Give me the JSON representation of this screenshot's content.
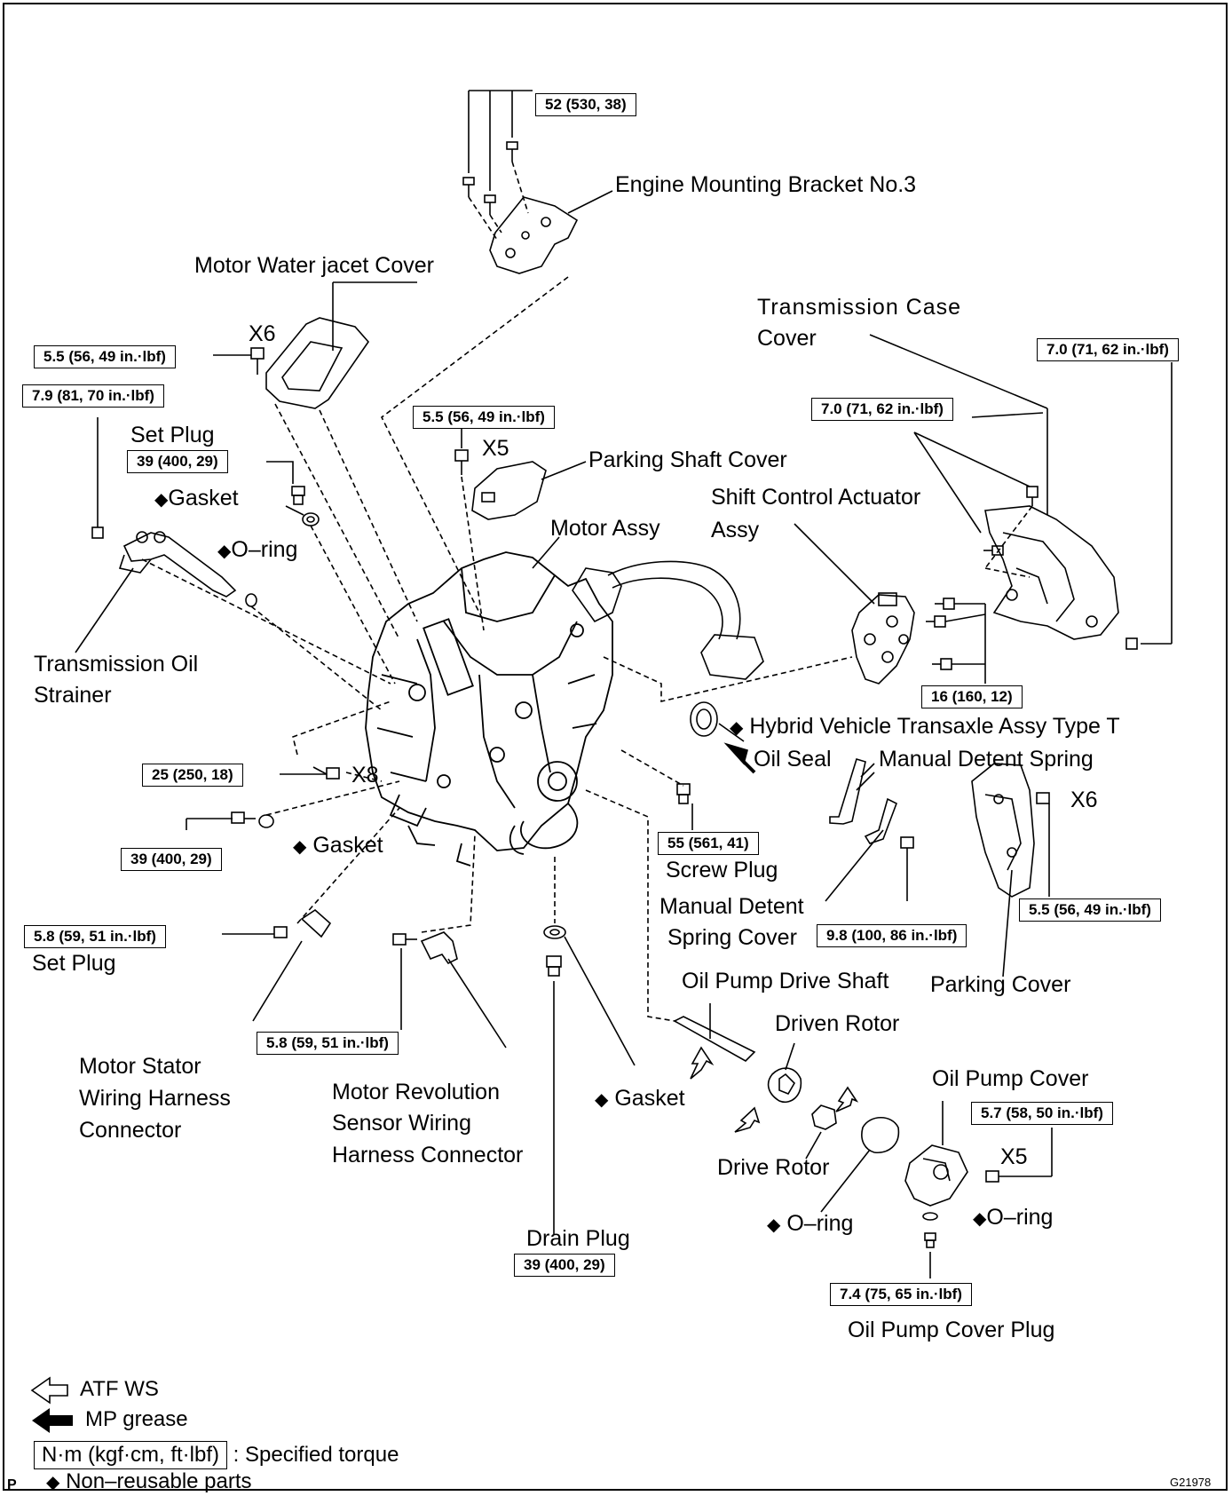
{
  "labels": {
    "engine_mount": "Engine Mounting Bracket No.3",
    "water_jacket": "Motor Water jacet Cover",
    "case_cover_l1": "Transmission  Case",
    "case_cover_l2": "Cover",
    "set_plug_top": "Set Plug",
    "gasket_top": "Gasket",
    "oring_top": "O–ring",
    "strainer_l1": "Transmission Oil",
    "strainer_l2": "Strainer",
    "x6_top": "X6",
    "x5_parking": "X5",
    "parking_shaft_cover": "Parking Shaft Cover",
    "motor_assy": "Motor Assy",
    "shift_act_l1": "Shift Control Actuator",
    "shift_act_l2": "Assy",
    "transaxle": "Hybrid Vehicle Transaxle Assy Type T",
    "oil_seal": "Oil Seal",
    "manual_spring": "Manual Detent Spring",
    "x6_right": "X6",
    "x8": "X8",
    "gasket_mid": "Gasket",
    "screw_plug": "Screw Plug",
    "mds_cover_l1": "Manual Detent",
    "mds_cover_l2": "Spring Cover",
    "parking_cover": "Parking Cover",
    "set_plug_bottom": "Set Plug",
    "oil_pump_shaft": "Oil Pump Drive Shaft",
    "driven_rotor": "Driven Rotor",
    "stator_l1": "Motor Stator",
    "stator_l2": "Wiring Harness",
    "stator_l3": "Connector",
    "revolution_l1": "Motor Revolution",
    "revolution_l2": "Sensor Wiring",
    "revolution_l3": "Harness Connector",
    "gasket_bottom": "Gasket",
    "oil_pump_cover": "Oil Pump Cover",
    "x5_pump": "X5",
    "drive_rotor": "Drive Rotor",
    "oring_pump": "O–ring",
    "oring_cover": "O–ring",
    "drain_plug": "Drain Plug",
    "oil_pump_cover_plug": "Oil Pump Cover Plug"
  },
  "torque": {
    "t52": "52 (530, 38)",
    "t55_top": "5.5 (56, 49 in.·lbf)",
    "t79": "7.9 (81, 70 in.·lbf)",
    "t39_setplug": "39 (400, 29)",
    "t55_parking": "5.5 (56, 49 in.·lbf)",
    "t70_mid": "7.0 (71, 62 in.·lbf)",
    "t70_right": "7.0 (71, 62 in.·lbf)",
    "t16": "16 (160, 12)",
    "t25": "25 (250, 18)",
    "t39_gasket": "39 (400, 29)",
    "t55_screw": "55 (561, 41)",
    "t98": "9.8 (100, 86 in.·lbf)",
    "t55_right": "5.5 (56, 49 in.·lbf)",
    "t58_setplug": "5.8 (59, 51 in.·lbf)",
    "t58_sensor": "5.8 (59, 51 in.·lbf)",
    "t57": "5.7 (58, 50 in.·lbf)",
    "t39_drain": "39 (400, 29)",
    "t74": "7.4 (75, 65 in.·lbf)"
  },
  "legend": {
    "atf": "ATF WS",
    "mp": "MP grease",
    "unit_box": "N·m (kgf·cm, ft·lbf)",
    "unit_text": ": Specified torque",
    "non_reusable": "Non–reusable parts"
  },
  "footer": {
    "corner_p": "P",
    "code": "G21978"
  },
  "colors": {
    "line": "#000000",
    "background": "#ffffff"
  }
}
